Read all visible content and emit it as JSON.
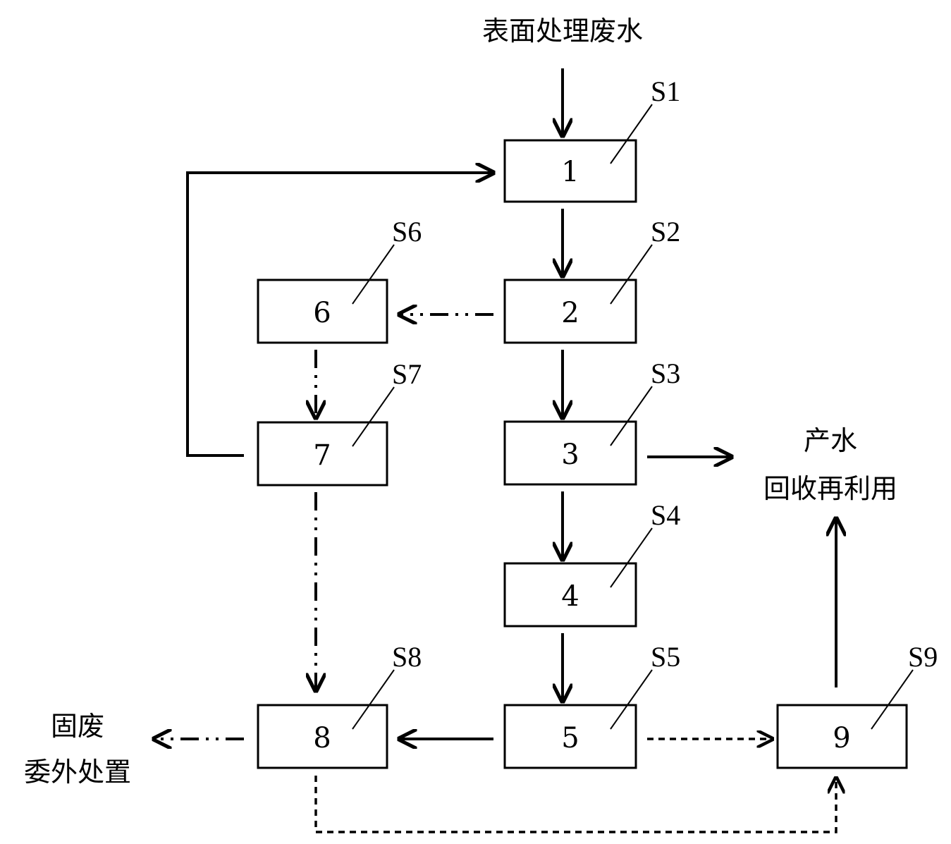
{
  "labels": {
    "input": "表面处理废水",
    "product_line1": "产水",
    "product_line2": "回收再利用",
    "solid_line1": "固废",
    "solid_line2": "委外处置"
  },
  "units": [
    {
      "id": "1",
      "step": "S1"
    },
    {
      "id": "2",
      "step": "S2"
    },
    {
      "id": "3",
      "step": "S3"
    },
    {
      "id": "4",
      "step": "S4"
    },
    {
      "id": "5",
      "step": "S5"
    },
    {
      "id": "6",
      "step": "S6"
    },
    {
      "id": "7",
      "step": "S7"
    },
    {
      "id": "8",
      "step": "S8"
    },
    {
      "id": "9",
      "step": "S9"
    }
  ],
  "flows": [
    {
      "from": "input",
      "to": "1",
      "style": "solid"
    },
    {
      "from": "1",
      "to": "2",
      "style": "solid"
    },
    {
      "from": "2",
      "to": "3",
      "style": "solid"
    },
    {
      "from": "3",
      "to": "4",
      "style": "solid"
    },
    {
      "from": "4",
      "to": "5",
      "style": "solid"
    },
    {
      "from": "3",
      "to": "product",
      "style": "solid"
    },
    {
      "from": "2",
      "to": "6",
      "style": "dash-dot"
    },
    {
      "from": "6",
      "to": "7",
      "style": "dash-dot"
    },
    {
      "from": "7",
      "to": "1",
      "style": "solid"
    },
    {
      "from": "7",
      "to": "8",
      "style": "dash-dot"
    },
    {
      "from": "5",
      "to": "8",
      "style": "solid"
    },
    {
      "from": "8",
      "to": "solid_waste",
      "style": "dash-dot"
    },
    {
      "from": "5",
      "to": "9",
      "style": "dashed"
    },
    {
      "from": "8",
      "to": "9",
      "style": "dashed"
    },
    {
      "from": "9",
      "to": "product",
      "style": "solid"
    }
  ]
}
